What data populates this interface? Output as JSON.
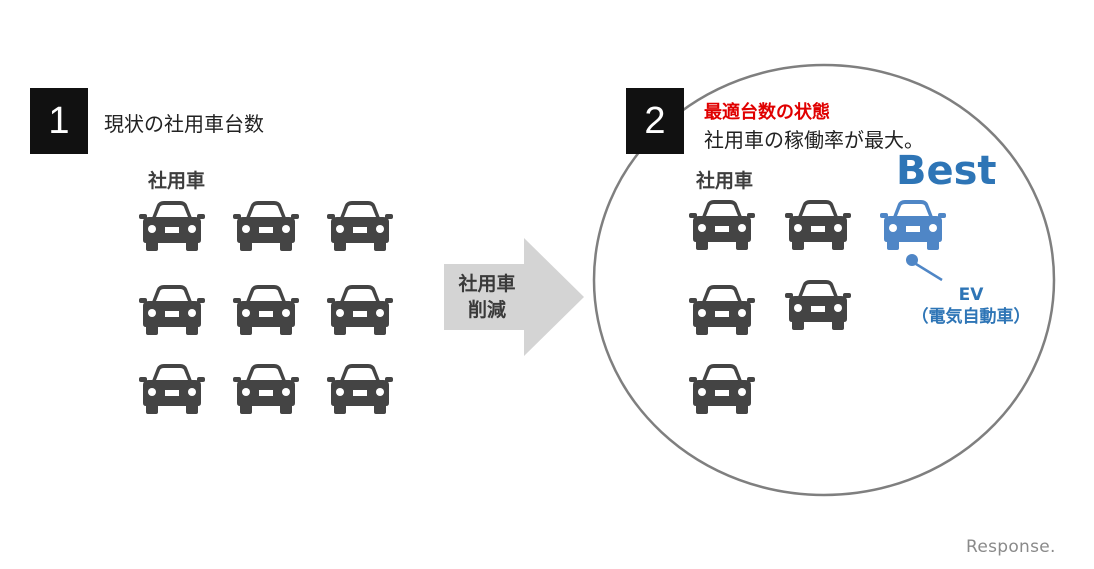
{
  "section1": {
    "number": "1",
    "title": "現状の社用車台数",
    "car_label": "社用車",
    "car_count": 9
  },
  "arrow": {
    "line1": "社用車",
    "line2": "削減"
  },
  "section2": {
    "number": "2",
    "heading_red": "最適台数の状態",
    "subtitle": "社用車の稼働率が最大。",
    "car_label": "社用車",
    "car_count": 6,
    "best_label": "Best",
    "ev_line1": "EV",
    "ev_line2": "（電気自動車）"
  },
  "watermark": "Response.",
  "colors": {
    "car_gray": "#444444",
    "ev_blue": "#4f86c6",
    "best_blue": "#2e75b6",
    "red": "#e00000",
    "arrow_gray": "#d4d4d4",
    "circle_stroke": "#7f7f7f"
  },
  "icons": {
    "car": "car-icon",
    "ev": "ev-car-icon"
  }
}
